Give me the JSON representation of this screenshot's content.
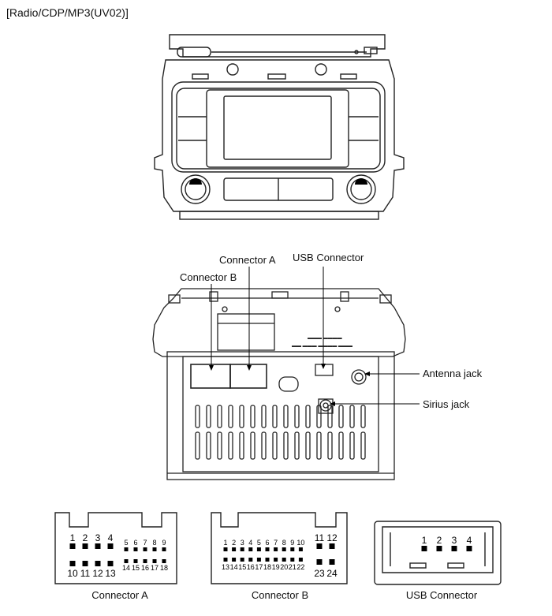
{
  "title": "[Radio/CDP/MP3(UV02)]",
  "labels": {
    "connector_a": "Connector A",
    "connector_b": "Connector B",
    "usb_connector": "USB Connector",
    "antenna_jack": "Antenna jack",
    "sirius_jack": "Sirius jack"
  },
  "captions": {
    "connector_a": "Connector A",
    "connector_b": "Connector B",
    "usb_connector": "USB Connector"
  },
  "connector_a_pins": {
    "top_large": [
      "1",
      "2",
      "3",
      "4"
    ],
    "top_small": [
      "5",
      "6",
      "7",
      "8",
      "9"
    ],
    "bottom_large": [
      "10",
      "11",
      "12",
      "13"
    ],
    "bottom_small": [
      "14",
      "15",
      "16",
      "17",
      "18"
    ]
  },
  "connector_b_pins": {
    "top_small": [
      "1",
      "2",
      "3",
      "4",
      "5",
      "6",
      "7",
      "8",
      "9",
      "10"
    ],
    "top_large": [
      "11",
      "12"
    ],
    "bottom_small": [
      "13",
      "14",
      "15",
      "16",
      "17",
      "18",
      "19",
      "20",
      "21",
      "22"
    ],
    "bottom_large": [
      "23",
      "24"
    ]
  },
  "usb_pins": [
    "1",
    "2",
    "3",
    "4"
  ]
}
